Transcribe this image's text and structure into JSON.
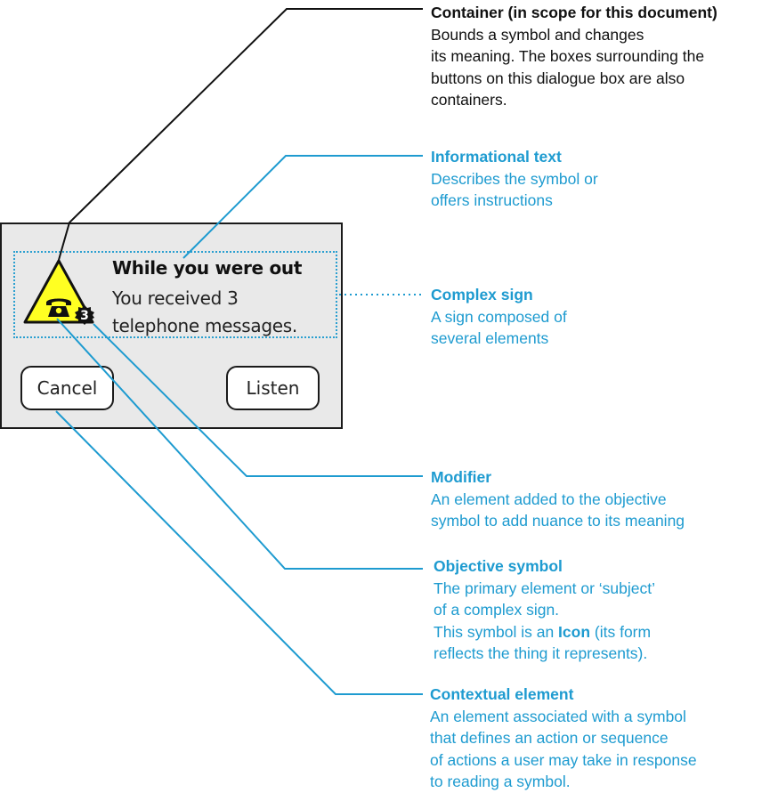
{
  "colors": {
    "accent_blue": "#1e9bd0",
    "dialog_bg": "#e9e9e9",
    "warning_yellow": "#ffff22",
    "text_dark": "#111111"
  },
  "dialog": {
    "title": "While you were out",
    "message_line1": "You received 3",
    "message_line2": "telephone messages.",
    "icon": "warning-triangle-telephone-icon",
    "badge_count": "3",
    "buttons": {
      "cancel": "Cancel",
      "listen": "Listen"
    }
  },
  "callouts": {
    "container": {
      "title": "Container (in scope for this document)",
      "lines": [
        "Bounds a symbol and changes",
        "its meaning. The boxes surrounding the",
        "buttons on this dialogue box are also",
        "containers."
      ]
    },
    "informational_text": {
      "title": "Informational text",
      "lines": [
        "Describes the symbol or",
        "offers instructions"
      ]
    },
    "complex_sign": {
      "title": "Complex sign",
      "lines": [
        "A sign composed of",
        "several elements"
      ]
    },
    "modifier": {
      "title": "Modifier",
      "lines": [
        "An element added to the objective",
        "symbol to add nuance to its meaning"
      ]
    },
    "objective_symbol": {
      "title": "Objective symbol",
      "lines": [
        "The primary element or ‘subject’",
        "of a complex sign."
      ],
      "line3_prefix": "This symbol is an ",
      "line3_bold": "Icon",
      "line3_suffix": " (its form",
      "line4": "reflects the thing it represents)."
    },
    "contextual_element": {
      "title": "Contextual element",
      "lines": [
        "An element associated with a symbol",
        "that defines an action or sequence",
        "of actions a user may take in response",
        "to reading a symbol."
      ]
    }
  }
}
